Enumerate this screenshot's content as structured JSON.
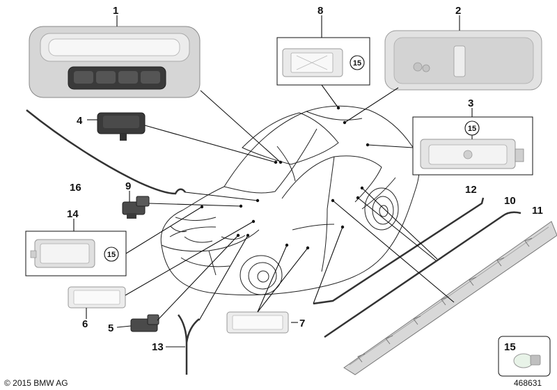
{
  "labels": {
    "p1": "1",
    "p2": "2",
    "p3": "3",
    "p4": "4",
    "p5": "5",
    "p6": "6",
    "p7": "7",
    "p8": "8",
    "p9": "9",
    "p10": "10",
    "p11": "11",
    "p12": "12",
    "p13": "13",
    "p14": "14",
    "p16": "16",
    "p15": "15"
  },
  "circled_ref": "15",
  "footer": {
    "copyright": "© 2015 BMW AG",
    "diagram_number": "468631"
  }
}
